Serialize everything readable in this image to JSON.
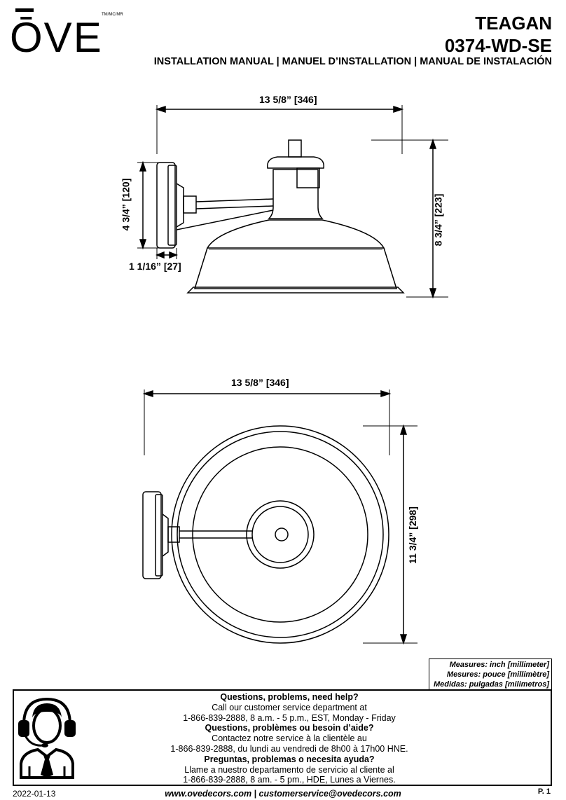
{
  "header": {
    "brand": "ŌVE",
    "trademark": "TM/MC/MR",
    "product_name": "TEAGAN",
    "model": "0374-WD-SE",
    "subtitle": "INSTALLATION MANUAL | MANUEL D’INSTALLATION | MANUAL DE INSTALACIÓN"
  },
  "side_view": {
    "width_label": "13 5/8” [346]",
    "plate_height_label": "4 3/4” [120]",
    "plate_depth_label": "1 1/16” [27]",
    "height_label": "8 3/4” [223]"
  },
  "front_view": {
    "width_label": "13 5/8” [346]",
    "height_label": "11 3/4” [298]"
  },
  "measures": [
    "Measures: inch [millimeter]",
    "Mesures: pouce [millimètre]",
    "Medidas: pulgadas [milimetros]"
  ],
  "help": {
    "lines": [
      {
        "text": "Questions, problems, need help?",
        "bold": true
      },
      {
        "text": "Call our customer service department at",
        "bold": false
      },
      {
        "text": "1-866-839-2888, 8 a.m. - 5 p.m., EST, Monday - Friday",
        "bold": false
      },
      {
        "text": "Questions, problèmes ou besoin d’aide?",
        "bold": true
      },
      {
        "text": "Contactez notre service à la clientèle au",
        "bold": false
      },
      {
        "text": "1-866-839-2888, du lundi au vendredi de 8h00 à 17h00 HNE.",
        "bold": false
      },
      {
        "text": "Preguntas, problemas o necesita ayuda?",
        "bold": true
      },
      {
        "text": "Llame a nuestro departamento de servicio al cliente al",
        "bold": false
      },
      {
        "text": "1-866-839-2888, 8 am. - 5 pm., HDE, Lunes a Viernes.",
        "bold": false
      }
    ]
  },
  "footer": {
    "date": "2022-01-13",
    "website": "www.ovedecors.com | customerservice@ovedecors.com",
    "page": "P. 1"
  }
}
